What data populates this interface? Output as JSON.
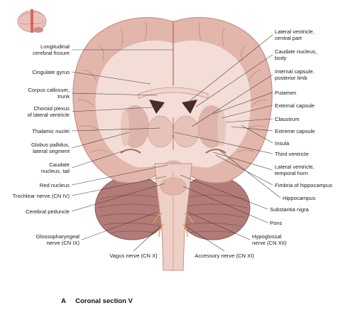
{
  "figure": {
    "caption_letter": "A",
    "caption_title": "Coronal section V"
  },
  "labels": {
    "longitudinal_fissure": [
      "Longitudinal",
      "cerebral fissure"
    ],
    "cingulate_gyrus": [
      "Cingulate gyrus"
    ],
    "corpus_callosum": [
      "Corpus callosum,",
      "trunk"
    ],
    "choroid_plexus": [
      "Choroid plexus",
      "of lateral ventricle"
    ],
    "thalamic_nuclei": [
      "Thalamic nuclei"
    ],
    "globus_pallidus": [
      "Globus pallidus,",
      "lateral segment"
    ],
    "caudate_tail": [
      "Caudate",
      "nucleus, tail"
    ],
    "red_nucleus": [
      "Red nucleus"
    ],
    "trochlear_nerve": [
      "Trochlear nerve (CN IV)"
    ],
    "cerebral_peduncle": [
      "Cerebral peduncle"
    ],
    "glossopharyngeal_nerve": [
      "Glossopharyngeal",
      "nerve (CN IX)"
    ],
    "vagus_nerve": [
      "Vagus nerve (CN X)"
    ],
    "accessory_nerve": [
      "Accessory nerve (CN XI)"
    ],
    "hypoglossal_nerve": [
      "Hypoglossal",
      "nerve (CN XII)"
    ],
    "pons": [
      "Pons"
    ],
    "substantia_nigra": [
      "Substantia nigra"
    ],
    "hippocampus": [
      "Hippocampus"
    ],
    "fimbria": [
      "Fimbria of hippocampus"
    ],
    "lv_temporal_horn": [
      "Lateral ventricle,",
      "temporal horn"
    ],
    "third_ventricle": [
      "Third ventricle"
    ],
    "insula": [
      "Insula"
    ],
    "extreme_capsule": [
      "Extreme capsule"
    ],
    "claustrum": [
      "Claustrum"
    ],
    "external_capsule": [
      "External capsule"
    ],
    "putamen": [
      "Putamen"
    ],
    "internal_capsule": [
      "Internal capsule,",
      "posterior limb"
    ],
    "caudate_body": [
      "Caudate nucleus,",
      "body"
    ],
    "lv_central_part": [
      "Lateral ventricle,",
      "central part"
    ]
  },
  "colors": {
    "cortex": "#e3b6ac",
    "cortex_dark": "#c98f86",
    "white_matter": "#f3ddd6",
    "gray_nuclei": "#dcaea6",
    "cerebellum": "#b27b77",
    "leader": "#3a3a3a"
  }
}
